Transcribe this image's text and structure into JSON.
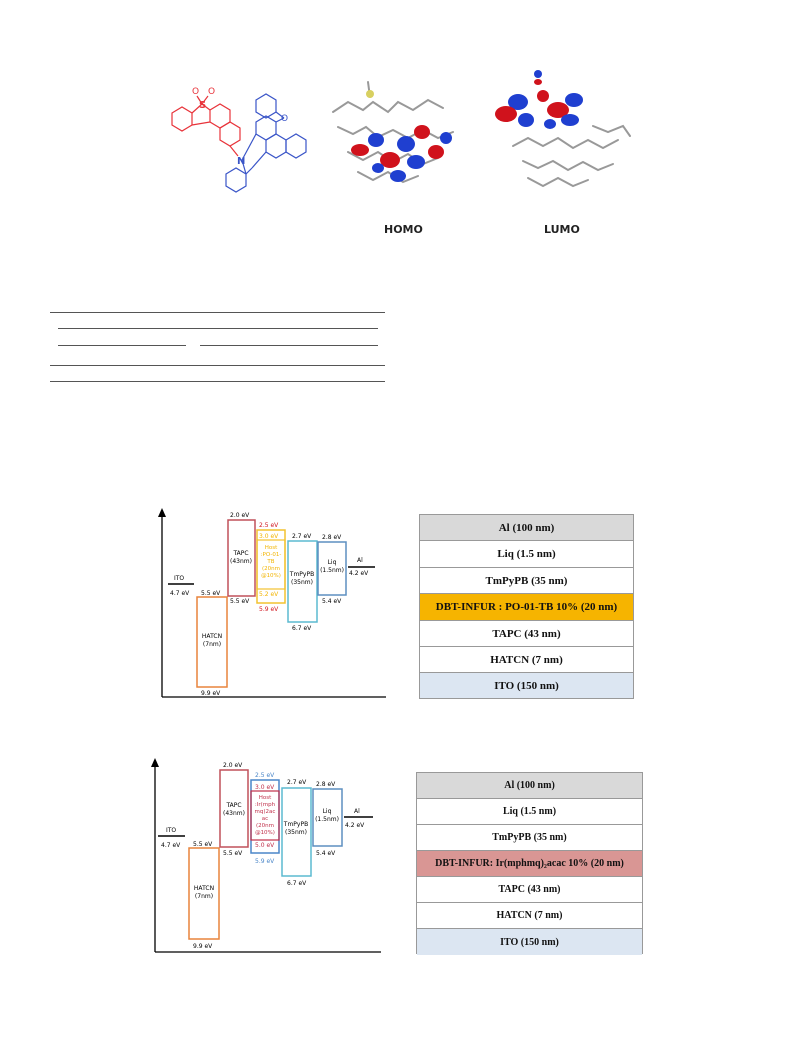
{
  "molecule": {
    "labels": {
      "sulfur": "S",
      "oxygen_a": "O",
      "oxygen_b": "O",
      "nitrogen": "N",
      "oxygen_furan": "O"
    },
    "colors": {
      "acceptor": "#e8333a",
      "donor": "#3a55c8"
    }
  },
  "orbitals": {
    "homo_label": "HOMO",
    "lumo_label": "LUMO"
  },
  "diagram1": {
    "ito": {
      "label": "ITO",
      "level": "4.7 eV"
    },
    "hatcn": {
      "name": "HATCN",
      "thick": "(7nm)",
      "top": "5.5 eV",
      "bottom": "9.9 eV"
    },
    "tapc": {
      "name": "TAPC",
      "thick": "(43nm)",
      "top": "2.0 eV",
      "bottom": "5.5 eV"
    },
    "eml": {
      "host_top": "2.5 eV",
      "dopant_top": "3.0 eV",
      "lines": [
        "Host",
        ":PO-01-",
        "TB",
        "(20nm",
        "@10%)"
      ],
      "dopant_bottom": "5.2 eV",
      "host_bottom": "5.9 eV"
    },
    "tmpypb": {
      "name": "TmPyPB",
      "thick": "(35nm)",
      "top": "2.7 eV",
      "bottom": "6.7 eV"
    },
    "liq": {
      "name": "Liq",
      "thick": "(1.5nm)",
      "top": "2.8 eV",
      "bottom": "5.4 eV"
    },
    "al": {
      "label": "Al",
      "level": "4.2 eV"
    }
  },
  "diagram2": {
    "ito": {
      "label": "ITO",
      "level": "4.7 eV"
    },
    "hatcn": {
      "name": "HATCN",
      "thick": "(7nm)",
      "top": "5.5 eV",
      "bottom": "9.9 eV"
    },
    "tapc": {
      "name": "TAPC",
      "thick": "(43nm)",
      "top": "2.0 eV",
      "bottom": "5.5 eV"
    },
    "eml": {
      "host_top": "2.5 eV",
      "dopant_top": "3.0 eV",
      "lines": [
        "Host",
        ":Ir(mph",
        "mq)2ac",
        "ac",
        "(20nm",
        "@10%)"
      ],
      "dopant_bottom": "5.0 eV",
      "host_bottom": "5.9 eV"
    },
    "tmpypb": {
      "name": "TmPyPB",
      "thick": "(35nm)",
      "top": "2.7 eV",
      "bottom": "6.7 eV"
    },
    "liq": {
      "name": "Liq",
      "thick": "(1.5nm)",
      "top": "2.8 eV",
      "bottom": "5.4 eV"
    },
    "al": {
      "label": "Al",
      "level": "4.2 eV"
    }
  },
  "stack1": {
    "layers": [
      "Al (100 nm)",
      "Liq (1.5 nm)",
      "TmPyPB (35 nm)",
      "DBT-INFUR : PO-01-TB 10% (20 nm)",
      "TAPC (43 nm)",
      "HATCN (7 nm)",
      "ITO (150 nm)"
    ],
    "colors": [
      "#d9d9d9",
      "#ffffff",
      "#ffffff",
      "#f6b400",
      "#ffffff",
      "#ffffff",
      "#dce6f2"
    ]
  },
  "stack2": {
    "layers": [
      "Al (100 nm)",
      "Liq (1.5 nm)",
      "TmPyPB (35 nm)",
      "DBT-INFUR: Ir(mphmq)₂acac 10% (20 nm)",
      "TAPC (43 nm)",
      "HATCN (7 nm)",
      "ITO (150 nm)"
    ],
    "colors": [
      "#d9d9d9",
      "#ffffff",
      "#ffffff",
      "#d99694",
      "#ffffff",
      "#ffffff",
      "#dce6f2"
    ]
  },
  "layer_colors": {
    "hatcn": "#e8843c",
    "tapc": "#c0505a",
    "eml1": "#f2c230",
    "tmpypb": "#5bbad0",
    "liq": "#5d8fc0",
    "eml2_host": "#4a86c8",
    "eml2_dopant": "#c0304a"
  }
}
